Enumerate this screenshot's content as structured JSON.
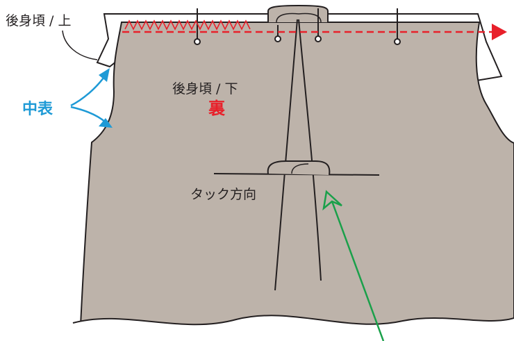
{
  "labels": {
    "upper_back_bodice": "後身頃 / 上",
    "lower_back_bodice": "後身頃 / 下",
    "wrong_side": "裏",
    "right_side": "中表",
    "tuck_direction": "タック方向"
  },
  "colors": {
    "fabric": "#bdb3aa",
    "outline": "#231f20",
    "stitch_red": "#e8202a",
    "callout_blue": "#1e9ad6",
    "arrow_green": "#1aa04a"
  }
}
